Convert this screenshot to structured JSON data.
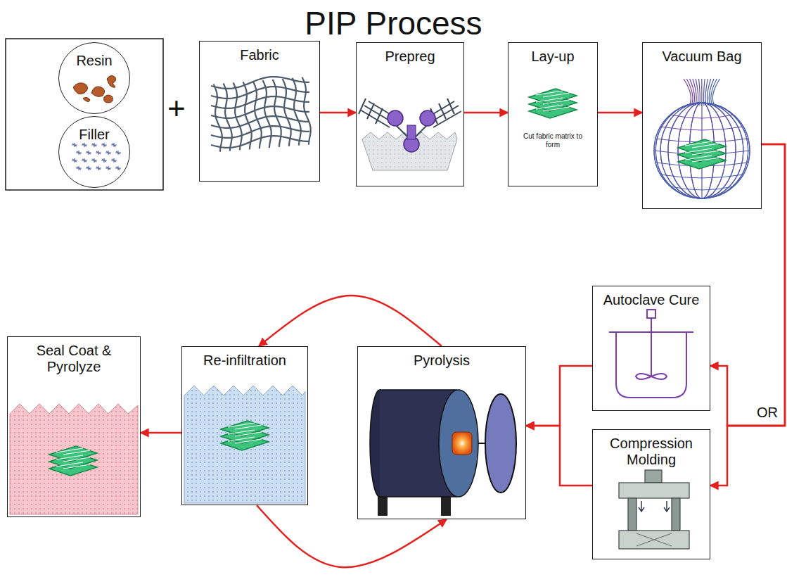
{
  "diagram": {
    "title": "PIP Process",
    "nodes": [
      {
        "text": [
          "Resin"
        ]
      },
      {
        "text": [
          "Filler"
        ]
      },
      {
        "text": [
          "Fabric"
        ]
      },
      {
        "text": [
          "Prepreg"
        ]
      },
      {
        "text": [
          "Lay-up",
          "Cut fabric matrix to form"
        ]
      },
      {
        "text": [
          "Vacuum Bag"
        ]
      },
      {
        "text": [
          "Autoclave Cure"
        ]
      },
      {
        "text": [
          "Compression Molding"
        ]
      },
      {
        "text": [
          "Pyrolysis"
        ]
      },
      {
        "text": [
          "Re-infiltration"
        ]
      },
      {
        "text": [
          "Seal Coat & Pyrolyze"
        ]
      }
    ],
    "edges": [
      {
        "from": 2,
        "to": 3,
        "arrow": "to"
      },
      {
        "from": 3,
        "to": 4,
        "arrow": "to"
      },
      {
        "from": 4,
        "to": 5,
        "arrow": "to"
      },
      {
        "from": 5,
        "to": 6,
        "arrow": "to"
      },
      {
        "from": 5,
        "to": 7,
        "arrow": "to"
      },
      {
        "from": 6,
        "to": 8,
        "arrow": "to"
      },
      {
        "from": 7,
        "to": 8,
        "arrow": "to"
      },
      {
        "from": 8,
        "to": 9,
        "arrow": "to"
      },
      {
        "from": 9,
        "to": 8,
        "arrow": "to"
      },
      {
        "from": 9,
        "to": 10,
        "arrow": "to"
      }
    ],
    "labels": [
      "+",
      "OR"
    ]
  }
}
